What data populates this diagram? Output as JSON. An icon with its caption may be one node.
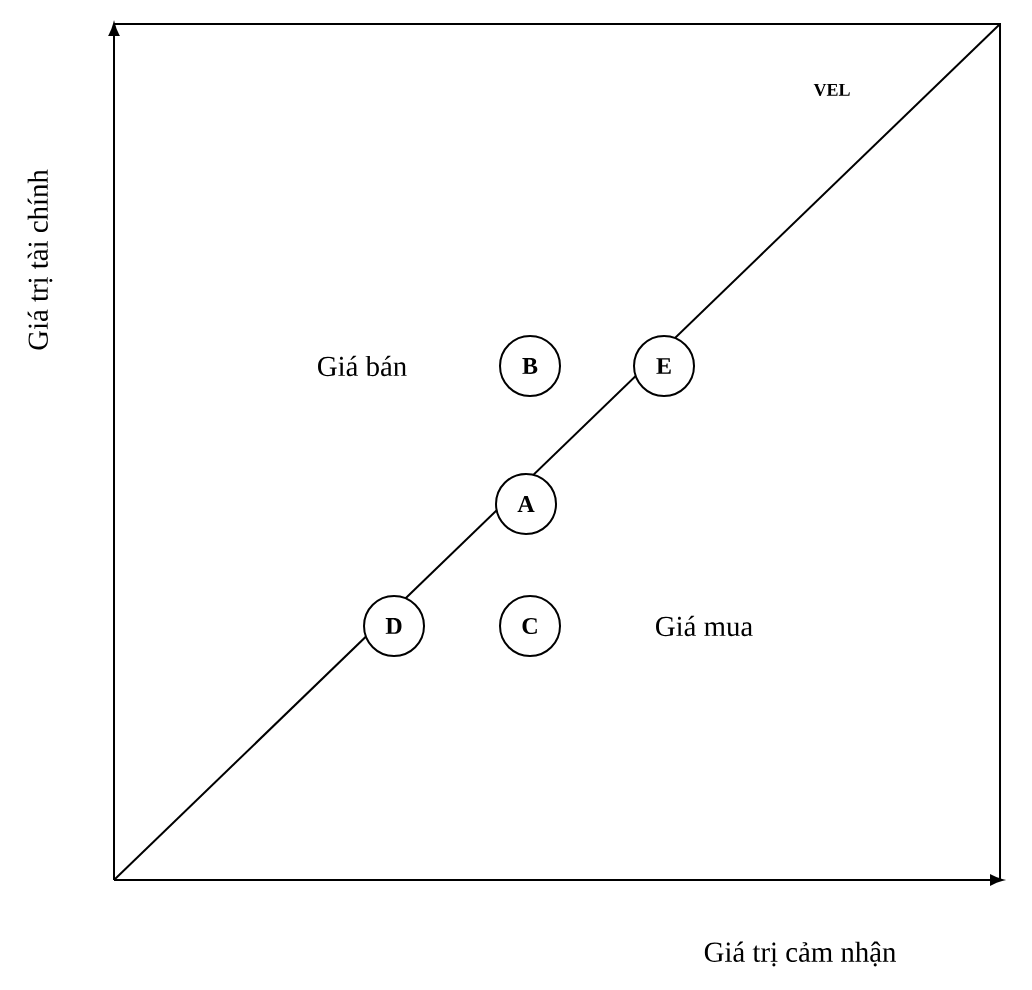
{
  "diagram": {
    "nodes": [
      {
        "text": [
          "B"
        ],
        "beside": [
          "Giá bán"
        ]
      },
      {
        "text": [
          "E"
        ]
      },
      {
        "text": [
          "A"
        ]
      },
      {
        "text": [
          "D"
        ]
      },
      {
        "text": [
          "C"
        ],
        "beside": [
          "Giá mua"
        ]
      }
    ],
    "labels": [
      "VEL",
      "Giá trị tài chính",
      "Giá trị cảm nhận"
    ]
  }
}
